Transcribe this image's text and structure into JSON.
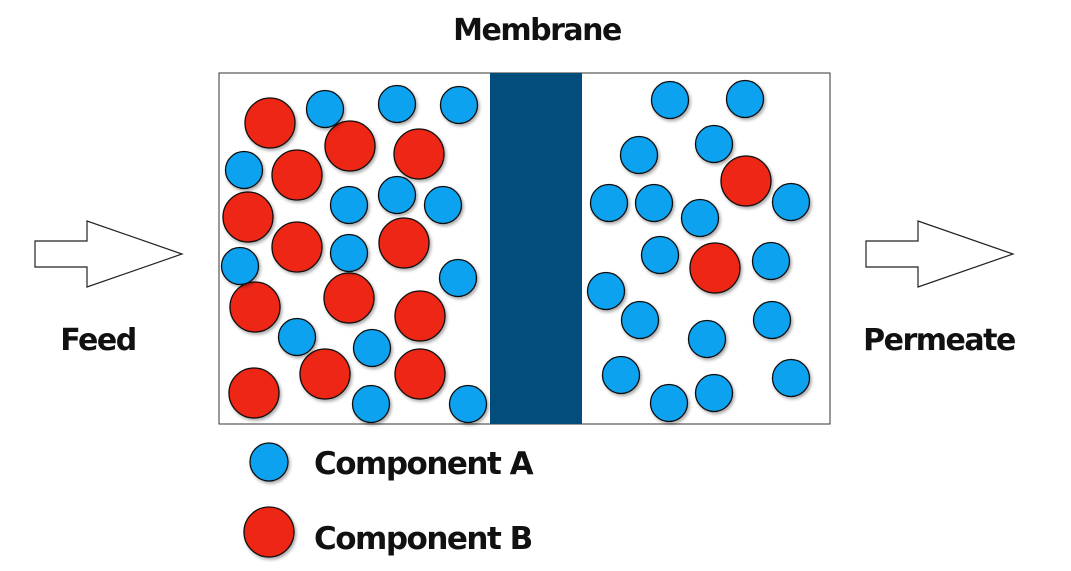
{
  "title": "Membrane",
  "labels": {
    "feed": "Feed",
    "permeate": "Permeate"
  },
  "legend": [
    {
      "key": "a",
      "label": "Component A"
    },
    {
      "key": "b",
      "label": "Component B"
    }
  ],
  "colors": {
    "component_a": "#0fa2f0",
    "component_b": "#ee2512",
    "membrane": "#024d7c",
    "outline": "#111111",
    "arrow_fill": "#ffffff",
    "box_border": "#333333"
  },
  "icons": {
    "arrow": "right-arrow-icon",
    "particle": "circle-icon"
  }
}
